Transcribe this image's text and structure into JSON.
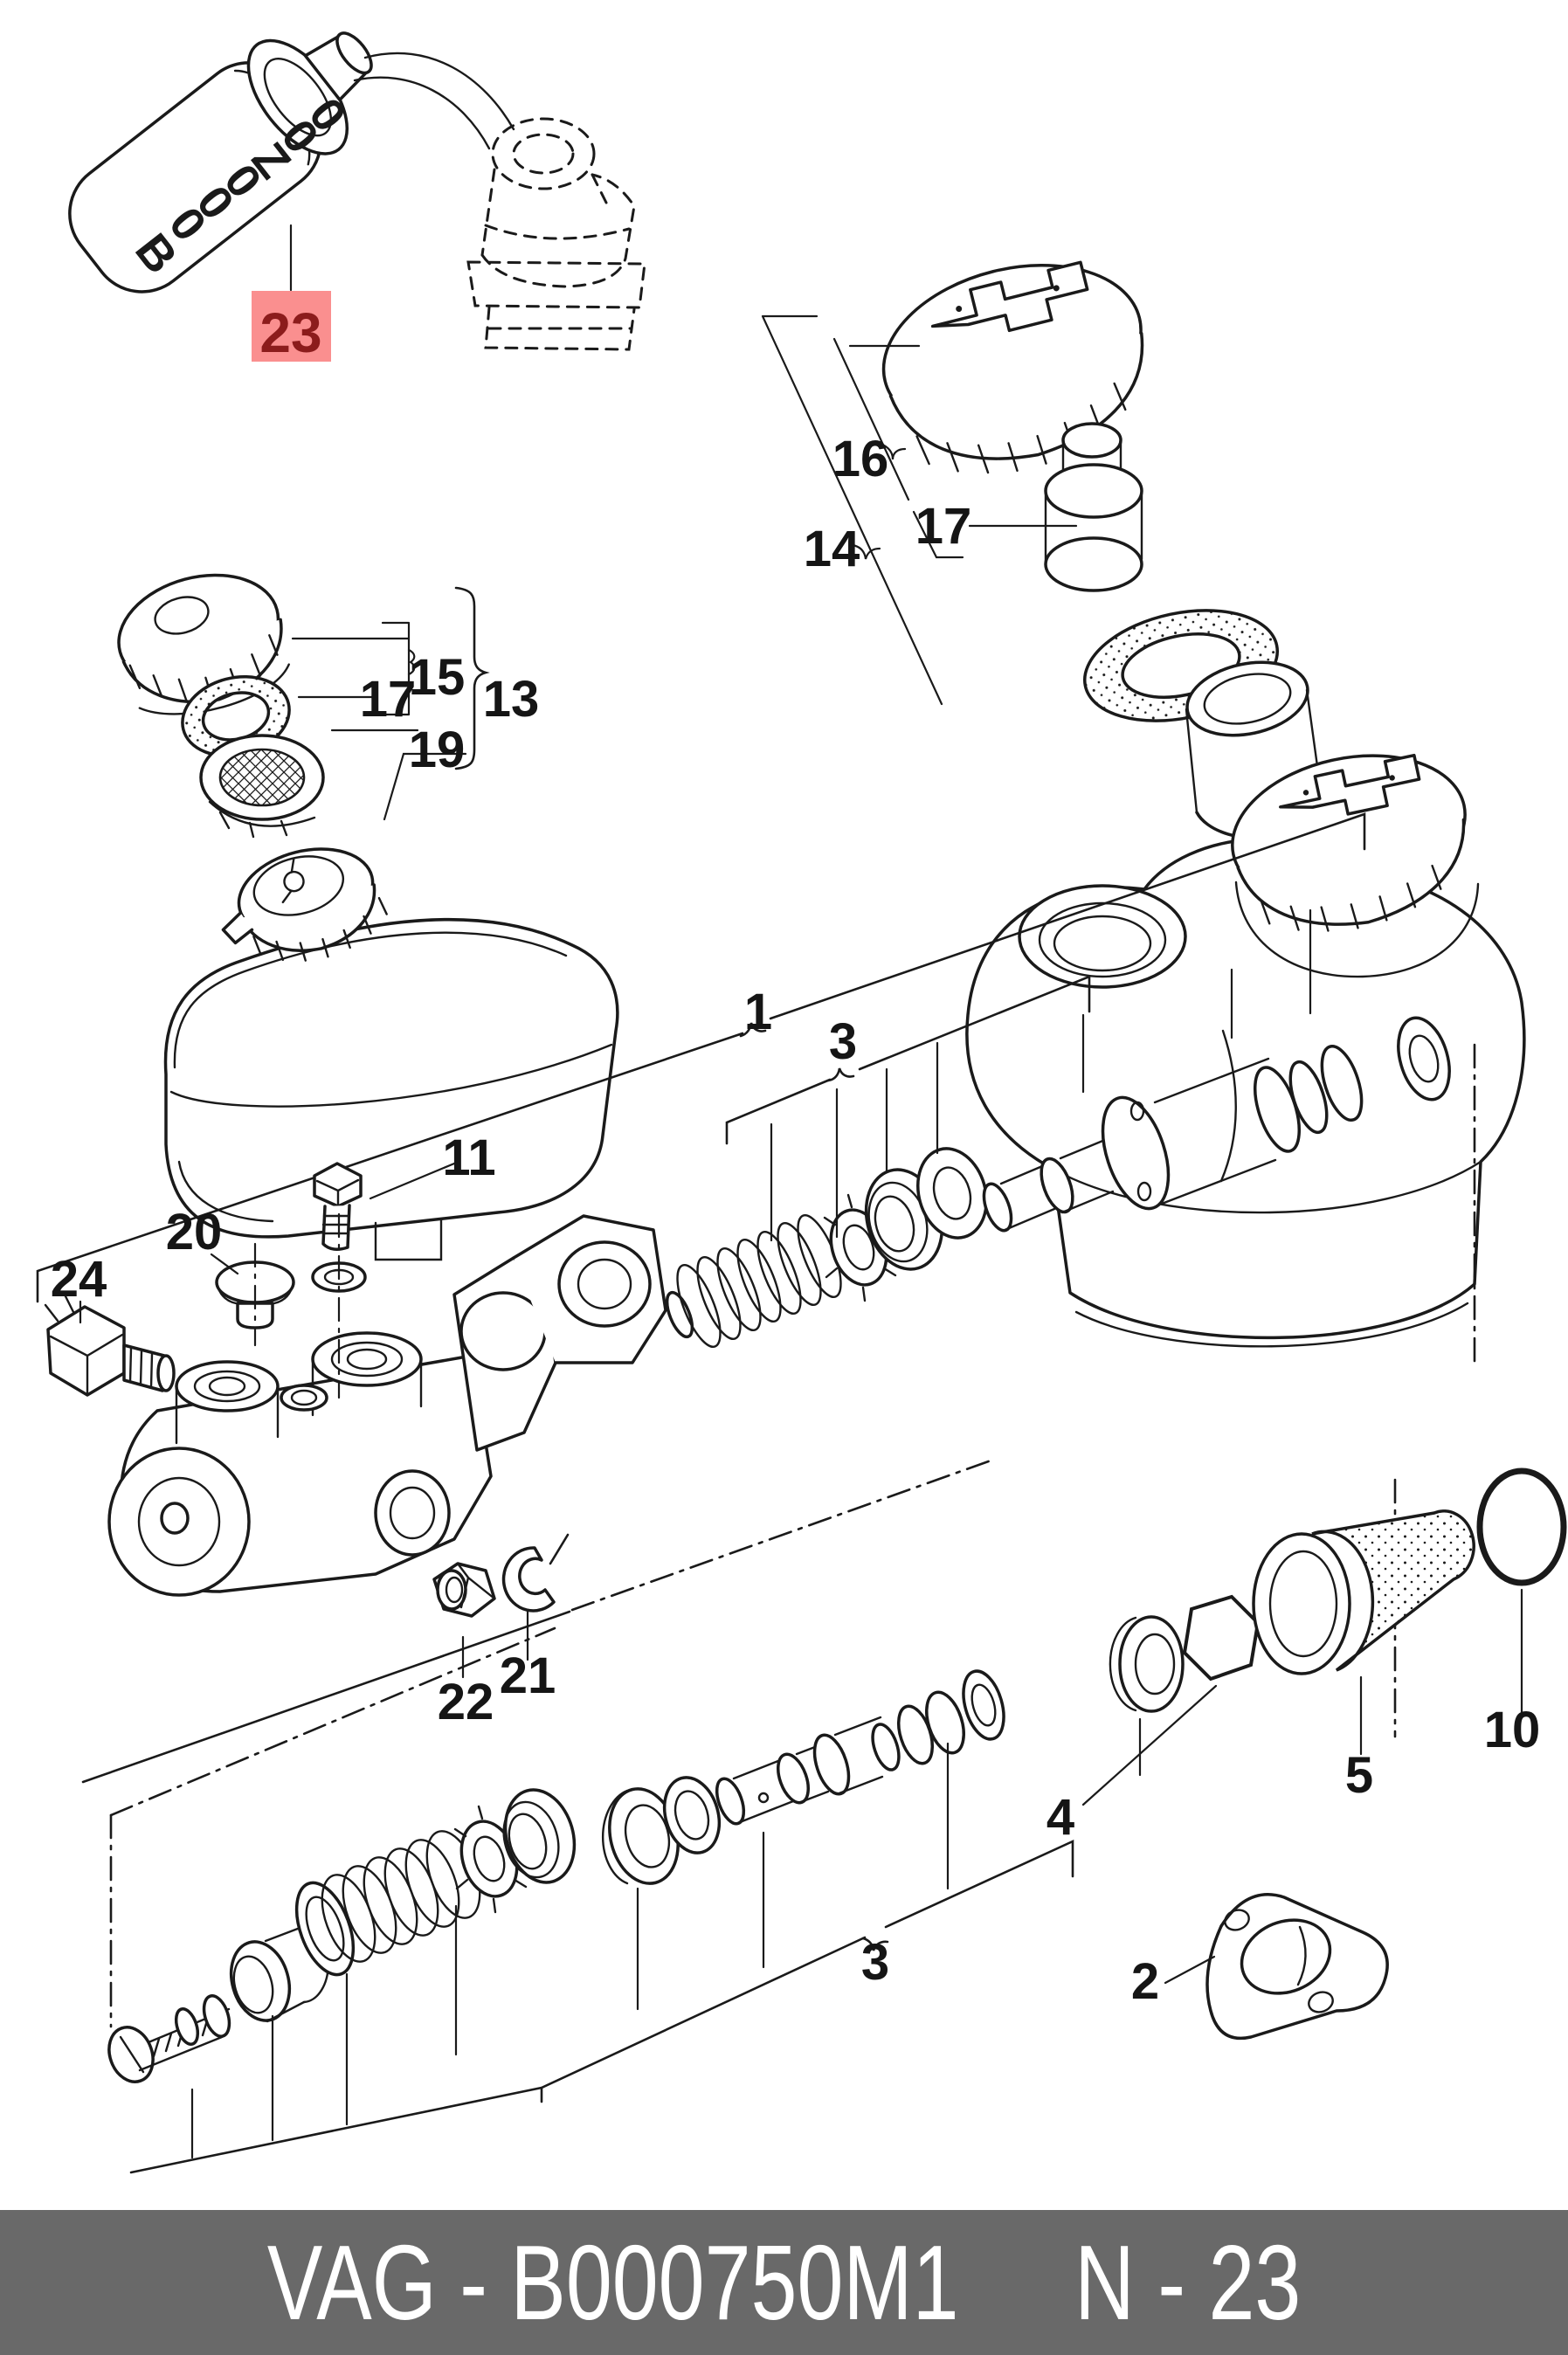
{
  "bottle": {
    "label": "B000Z00"
  },
  "callouts": {
    "c23": {
      "label": "23",
      "highlighted": true
    },
    "c16": {
      "label": "16"
    },
    "c17r": {
      "label": "17"
    },
    "c14": {
      "label": "14"
    },
    "c15": {
      "label": "15"
    },
    "c17l": {
      "label": "17"
    },
    "c19": {
      "label": "19"
    },
    "c13": {
      "label": "13"
    },
    "c1": {
      "label": "1"
    },
    "c3a": {
      "label": "3"
    },
    "c11": {
      "label": "11"
    },
    "c20": {
      "label": "20"
    },
    "c24": {
      "label": "24"
    },
    "c22": {
      "label": "22"
    },
    "c21": {
      "label": "21"
    },
    "c10": {
      "label": "10"
    },
    "c5": {
      "label": "5"
    },
    "c4": {
      "label": "4"
    },
    "c3b": {
      "label": "3"
    },
    "c2": {
      "label": "2"
    }
  },
  "footer": {
    "left_text": "VAG - B000750M1",
    "right_text": "N - 23"
  },
  "colors": {
    "line": "#1a1a1a",
    "highlight_box": "#FA8F8F",
    "highlight_text": "#8C1C1C",
    "footer_bg": "#696969",
    "footer_text": "#FFFFFF",
    "paper": "#FFFFFF"
  }
}
